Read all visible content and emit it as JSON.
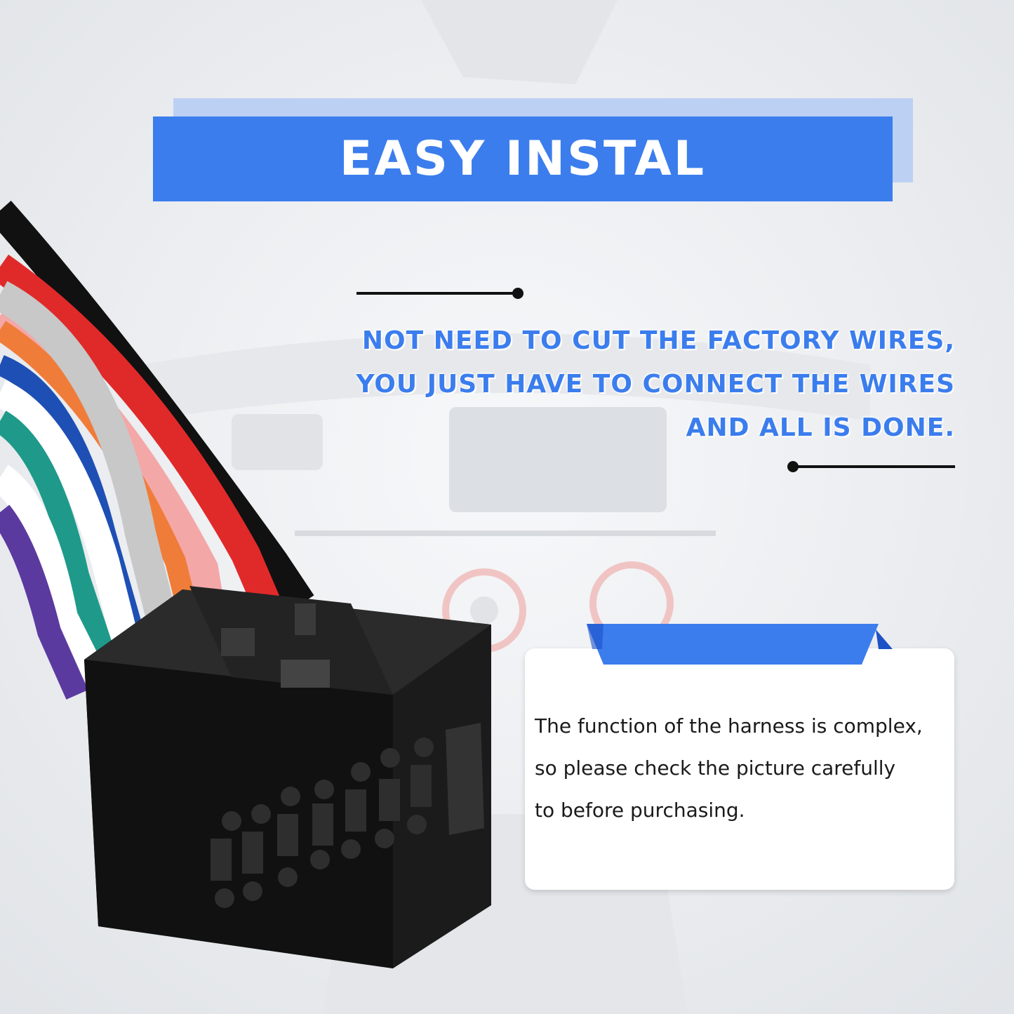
{
  "banner": {
    "title": "EASY INSTAL",
    "color": "#3b7ded"
  },
  "headline": {
    "lines": [
      "NOT NEED TO CUT THE FACTORY WIRES,",
      "YOU JUST HAVE TO CONNECT THE WIRES",
      "AND ALL IS DONE."
    ],
    "color": "#3b7ded"
  },
  "note": {
    "lines": [
      "The function of the harness is complex,",
      "so please check the picture carefully",
      "to before purchasing."
    ]
  },
  "product": {
    "icon": "wire-harness-connector-icon",
    "wire_colors": [
      "#111111",
      "#e02a2a",
      "#f07c3a",
      "#c8c8c8",
      "#f4a7a7",
      "#1e4fb4",
      "#1f9a8a",
      "#ffffff",
      "#5b3aa0"
    ]
  }
}
